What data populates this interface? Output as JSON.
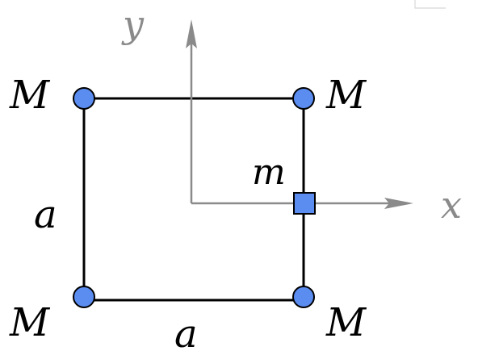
{
  "diagram": {
    "corner_labels": {
      "top_left": "M",
      "top_right": "M",
      "bottom_left": "M",
      "bottom_right": "M"
    },
    "side_labels": {
      "left": "a",
      "bottom": "a"
    },
    "center_mass_label": "m",
    "axes": {
      "x": "x",
      "y": "y"
    },
    "colors": {
      "frame": "#000000",
      "mass_fill": "#5b8cf0",
      "axis": "#8a8a8a",
      "axis_label": "#8a8a8a",
      "text": "#000000"
    }
  }
}
